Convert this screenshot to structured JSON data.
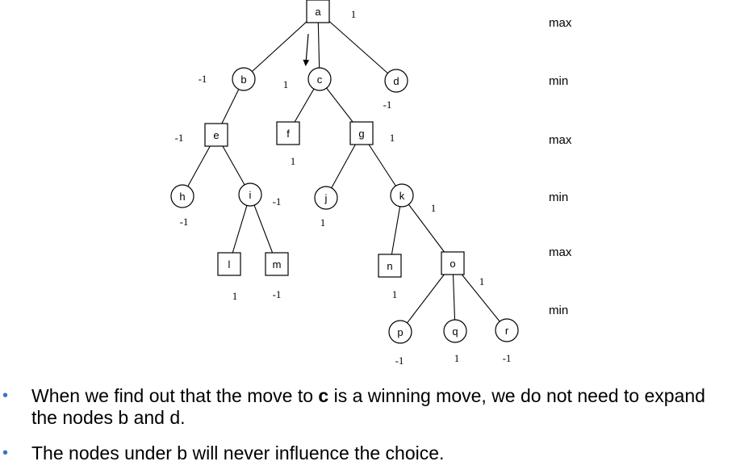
{
  "levels": [
    "max",
    "min",
    "max",
    "min",
    "max",
    "min"
  ],
  "nodes": [
    {
      "id": "a",
      "shape": "square"
    },
    {
      "id": "b",
      "shape": "circle"
    },
    {
      "id": "c",
      "shape": "circle"
    },
    {
      "id": "d",
      "shape": "circle"
    },
    {
      "id": "e",
      "shape": "square"
    },
    {
      "id": "f",
      "shape": "square"
    },
    {
      "id": "g",
      "shape": "square"
    },
    {
      "id": "h",
      "shape": "circle"
    },
    {
      "id": "i",
      "shape": "circle"
    },
    {
      "id": "j",
      "shape": "circle"
    },
    {
      "id": "k",
      "shape": "circle"
    },
    {
      "id": "l",
      "shape": "square"
    },
    {
      "id": "m",
      "shape": "square"
    },
    {
      "id": "n",
      "shape": "square"
    },
    {
      "id": "o",
      "shape": "square"
    },
    {
      "id": "p",
      "shape": "circle"
    },
    {
      "id": "q",
      "shape": "circle"
    },
    {
      "id": "r",
      "shape": "circle"
    }
  ],
  "edges": [
    [
      "a",
      "b"
    ],
    [
      "a",
      "c"
    ],
    [
      "a",
      "d"
    ],
    [
      "b",
      "e"
    ],
    [
      "c",
      "f"
    ],
    [
      "c",
      "g"
    ],
    [
      "e",
      "h"
    ],
    [
      "e",
      "i"
    ],
    [
      "g",
      "j"
    ],
    [
      "g",
      "k"
    ],
    [
      "i",
      "l"
    ],
    [
      "i",
      "m"
    ],
    [
      "k",
      "n"
    ],
    [
      "k",
      "o"
    ],
    [
      "o",
      "p"
    ],
    [
      "o",
      "q"
    ],
    [
      "o",
      "r"
    ]
  ],
  "values": {
    "a": "1",
    "b": "-1",
    "c": "1",
    "d": "-1",
    "e": "-1",
    "f": "1",
    "g": "1",
    "h": "-1",
    "i": "-1",
    "j": "1",
    "k": "1",
    "l": "1",
    "m": "-1",
    "n": "1",
    "o": "1",
    "p": "-1",
    "q": "1",
    "r": "-1"
  },
  "bullets": {
    "first": {
      "before": "When we find out that the move to ",
      "bold": "c",
      "after": " is a winning move, we do not need to expand the nodes b and d."
    },
    "second": "The nodes under b will never influence the choice."
  }
}
